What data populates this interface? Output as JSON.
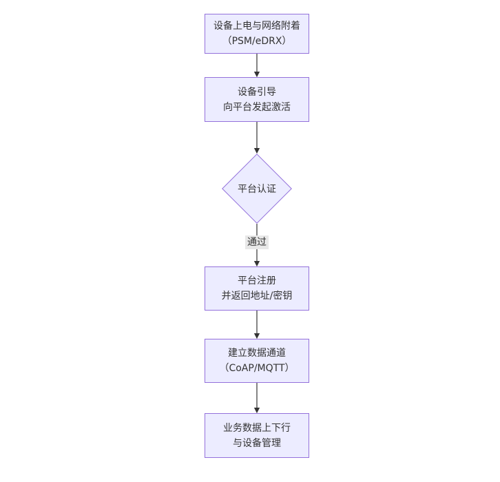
{
  "flowchart": {
    "title": "",
    "style": {
      "background": "#ffffff",
      "node_fill": "#ECECFF",
      "node_border": "#9370DB",
      "text_color": "#333333",
      "arrow_color": "#333333",
      "edge_label_bg": "#e8e8e8"
    },
    "nodes": [
      {
        "id": "power",
        "type": "rect",
        "lines": [
          "设备上电与网络附着",
          "（PSM/eDRX）"
        ]
      },
      {
        "id": "boot",
        "type": "rect",
        "lines": [
          "设备引导",
          "向平台发起激活"
        ]
      },
      {
        "id": "auth",
        "type": "diamond",
        "lines": [
          "平台认证"
        ]
      },
      {
        "id": "register",
        "type": "rect",
        "lines": [
          "平台注册",
          "并返回地址/密钥"
        ]
      },
      {
        "id": "channel",
        "type": "rect",
        "lines": [
          "建立数据通道",
          "（CoAP/MQTT）"
        ]
      },
      {
        "id": "business",
        "type": "rect",
        "lines": [
          "业务数据上下行",
          "与设备管理"
        ]
      }
    ],
    "edges": [
      {
        "from": "power",
        "to": "boot",
        "label": ""
      },
      {
        "from": "boot",
        "to": "auth",
        "label": ""
      },
      {
        "from": "auth",
        "to": "register",
        "label": "通过"
      },
      {
        "from": "register",
        "to": "channel",
        "label": ""
      },
      {
        "from": "channel",
        "to": "business",
        "label": ""
      }
    ]
  }
}
